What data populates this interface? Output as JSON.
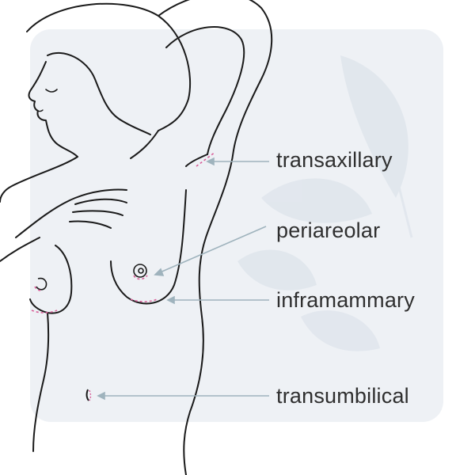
{
  "labels": {
    "transaxillary": "transaxillary",
    "periareolar": "periareolar",
    "inframammary": "inframammary",
    "transumbilical": "transumbilical"
  },
  "colors": {
    "outline": "#1a1a1a",
    "incision": "#d9609a",
    "pointer": "#9fb3bd",
    "panel": "#eef1f5",
    "text": "#2f2f2f"
  }
}
